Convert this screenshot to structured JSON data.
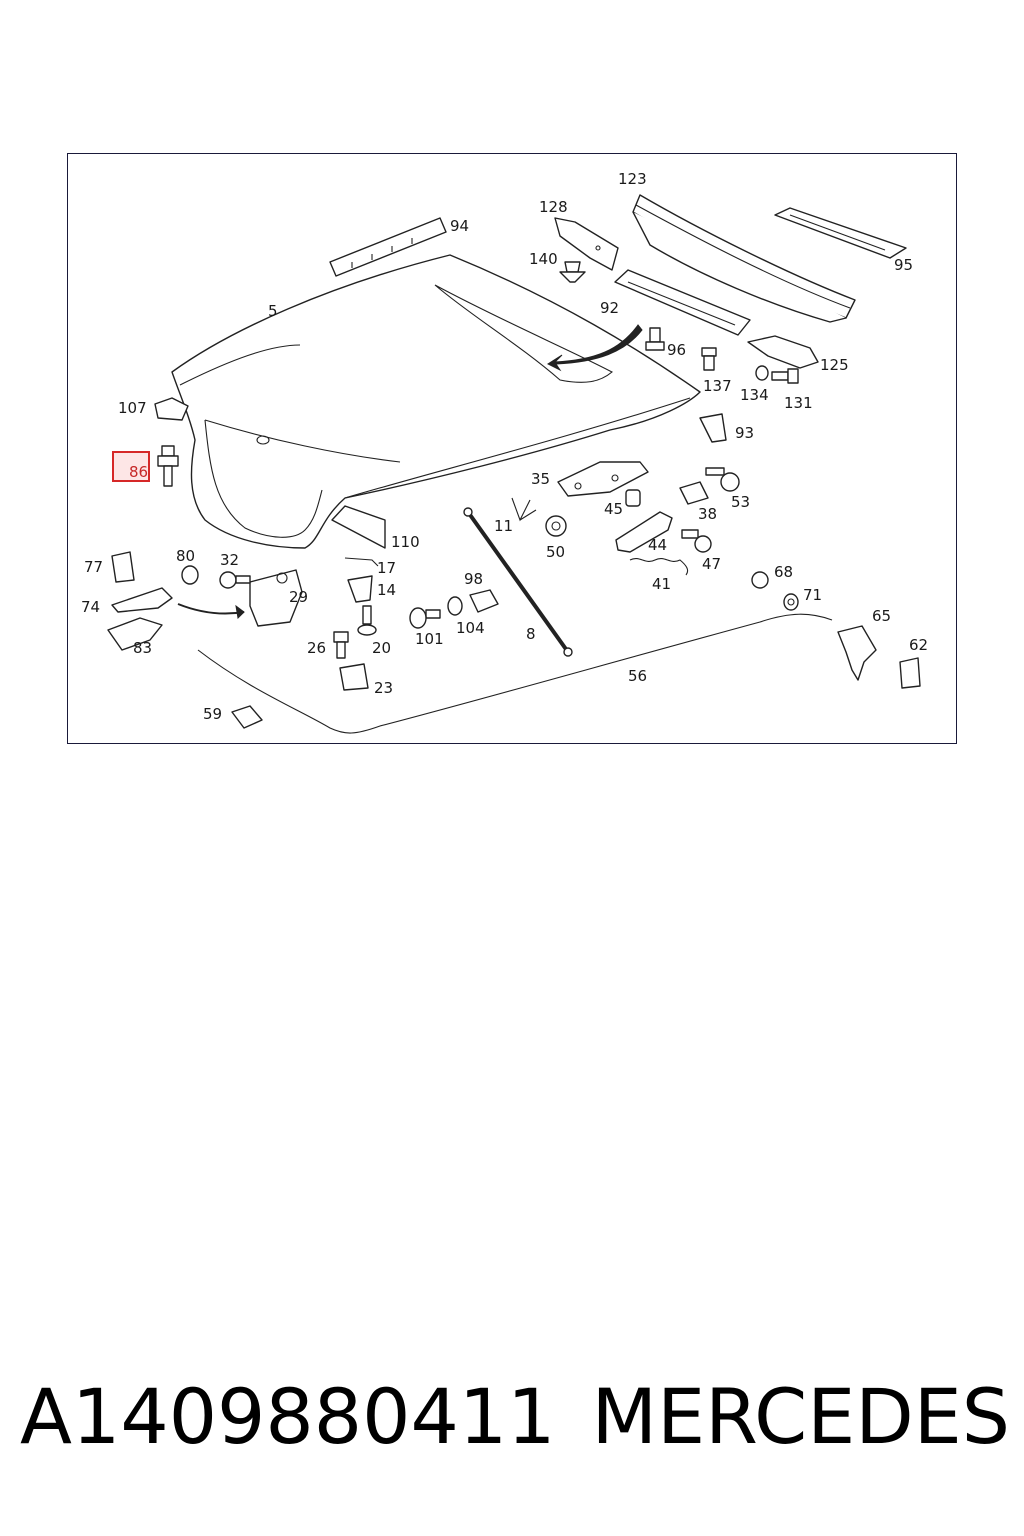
{
  "caption": {
    "part_number": "A1409880411",
    "brand": "MERCEDES"
  },
  "highlight": {
    "label": "86",
    "color": "#d62828"
  },
  "callouts": {
    "c5": "5",
    "c8": "8",
    "c11": "11",
    "c14": "14",
    "c17": "17",
    "c20": "20",
    "c23": "23",
    "c26": "26",
    "c29": "29",
    "c32": "32",
    "c35": "35",
    "c38": "38",
    "c41": "41",
    "c44": "44",
    "c45": "45",
    "c47": "47",
    "c50": "50",
    "c53": "53",
    "c56": "56",
    "c59": "59",
    "c62": "62",
    "c65": "65",
    "c68": "68",
    "c71": "71",
    "c74": "74",
    "c77": "77",
    "c80": "80",
    "c83": "83",
    "c92": "92",
    "c93": "93",
    "c94": "94",
    "c95": "95",
    "c96": "96",
    "c98": "98",
    "c101": "101",
    "c104": "104",
    "c107": "107",
    "c110": "110",
    "c123": "123",
    "c125": "125",
    "c128": "128",
    "c131": "131",
    "c134": "134",
    "c137": "137",
    "c140": "140"
  }
}
